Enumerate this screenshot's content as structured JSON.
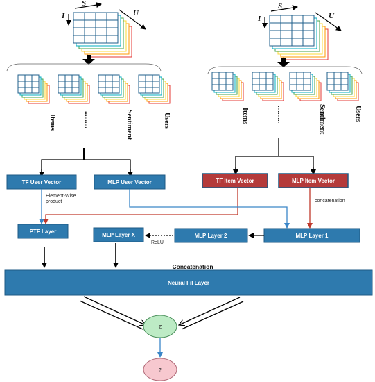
{
  "tensors": {
    "left": {
      "axis_i": "I",
      "axis_s": "S",
      "axis_u": "U"
    },
    "right": {
      "axis_i": "I",
      "axis_s": "S",
      "axis_u": "U"
    }
  },
  "dimension_labels": {
    "left": [
      "Items",
      "..........",
      "Sentiment",
      "Users"
    ],
    "right": [
      "Items",
      "..........",
      "Sentiment",
      "Users"
    ]
  },
  "boxes": {
    "tf_user_vector": "TF User Vector",
    "mlp_user_vector": "MLP User Vector",
    "tf_item_vector": "TF Item Vector",
    "mlp_item_vector": "MLP Item Vector",
    "ptf_layer": "PTF Layer",
    "mlp_layer_x": "MLP Layer X",
    "mlp_layer_2": "MLP Layer 2",
    "mlp_layer_1": "MLP Layer 1",
    "neural_layer": "Neural Fil  Layer"
  },
  "annotations": {
    "element_wise_1": "Element-Wise",
    "element_wise_2": "product",
    "concatenation_side": "concatenation",
    "relu": "ReLU",
    "concatenation_top": "Concatenation"
  },
  "nodes": {
    "z": "Z",
    "y": "?"
  },
  "colors": {
    "blue_box": "#2E7AAE",
    "red_box": "#B43A3A",
    "blue_line": "#3A86C8",
    "red_line": "#C0392B",
    "node_z": "#BDEBC5",
    "node_y": "#F7C8CF"
  }
}
